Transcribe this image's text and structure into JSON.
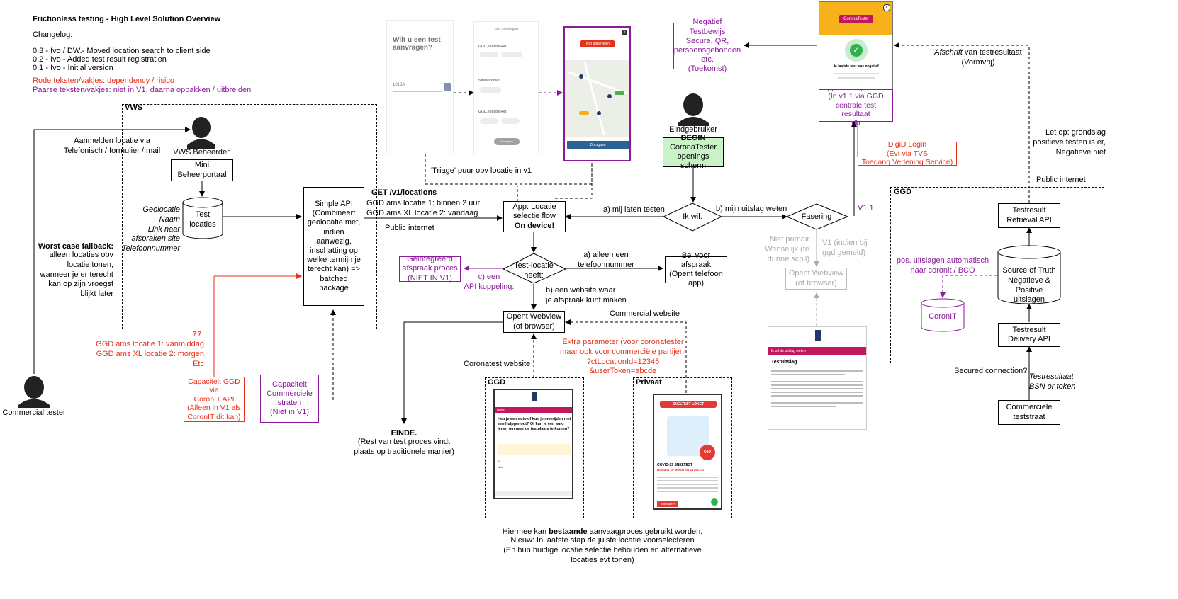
{
  "header": {
    "title": "Frictionless testing - High Level Solution Overview",
    "changelog_label": "Changelog:",
    "changelog": [
      "0.3 - Ivo / DW.- Moved location search to client side",
      "0.2 - Ivo - Added test result registration",
      "0.1 - Ivo - Initial version"
    ],
    "legend_red": "Rode teksten/vakjes: dependency / risico",
    "legend_purple": "Paarse teksten/vakjes: niet in V1, daarna oppakken / uitbreiden"
  },
  "regions": {
    "vws": "VWS",
    "ggd_right": "GGD",
    "ggd_bottom": "GGD",
    "privaat": "Privaat"
  },
  "actors": {
    "vws_beheerder": "VWS Beheerder",
    "eindgebruiker": "Eindgebruiker",
    "commercial_tester": "Commercial tester"
  },
  "labels": {
    "aanmelden": "Aanmelden locatie via\nTelefonisch / formulier / mail",
    "geo_fields": "Geolocatie\nNaam\nLink naar\nafspraken site\nTelefoonnummer",
    "worst_case_title": "Worst case fallback:",
    "worst_case_body": "alleen locaties obv\nlocatie tonen,\nwanneer je er terecht\nkan op zijn vroegst\nblijkt later",
    "qq": "??",
    "ggd_example": "GGD ams locatie 1: vanmiddag\nGGD ams XL locatie 2: morgen\nEtc",
    "get_locations": "GET  /v1/locations",
    "get_example": "GGD ams locatie 1: binnen 2 uur\nGGD ams XL locatie 2: vandaag",
    "public_internet_left": "Public internet",
    "triage": "'Triage' puur obv locatie in v1",
    "mij_laten_testen": "a) mij laten testen",
    "mijn_uitslag_weten": "b) mijn uitslag weten",
    "alleen_telefoon": "a) alleen een\ntelefoonnummer",
    "api_koppeling": "c) een\nAPI koppeling:",
    "website_afspraak": "b) een website waar\nje afspraak kunt maken",
    "commercial_website": "Commercial website",
    "coronatest_website": "Coronatest website",
    "extra_parameter": "Extra parameter (voor coronatester\nmaar ook voor commerciële partijen:\n?ctLocationId=12345\n&userToken=abcde",
    "einde_title": "EINDE.",
    "einde_body": "(Rest van test proces vindt\nplaats op traditionele manier)",
    "hiermee_pre": "Hiermee kan ",
    "hiermee_bold": "bestaande",
    "hiermee_post": " aanvaagproces gebruikt worden.",
    "nieuw": "Nieuw: In laatste stap de juiste locatie voorselecteren\n(En hun huidige locatie selectie behouden en alternatieve\nlocaties evt tonen)",
    "v11": "V1.1",
    "niet_primair": "Niet primair\nWenselijk (te\ndunne schil)",
    "v1_indien": "V1 (indien bij\nggd gemeld)",
    "afschrift_it": "Afschrift",
    "afschrift_rest": " van testresultaat\n(Vormvrij)",
    "let_op": "Let op: grondslag\npositieve testen is er,\nNegatieve niet",
    "public_internet_right": "Public internet",
    "pos_uitslagen": "pos. uitslagen automatisch\nnaar coronit / BCO",
    "secured": "Secured connection?",
    "testresultaat_bsn": "Testresultaat\nBSN or token"
  },
  "boxes": {
    "mini_beheerportaal": "Mini\nBeheerportaal",
    "test_locaties": "Test\nlocaties",
    "simple_api": "Simple API\n(Combineert\ngeolocatie met,\nindien aanwezig,\ninschatting op\nwelke termijn je\nterecht kan) =>\nbatched package",
    "app_locatie_line1": "App: Locatie\nselectie flow",
    "app_locatie_line2": "On device!",
    "begin_title": "BEGIN",
    "begin_body": "CoronaTester\nopenings scherm",
    "ik_wil": "Ik wil:",
    "fasering": "Fasering",
    "test_locatie_heeft": "Test-locatie\nheeft:",
    "geintegreerd": "Geïntegreerd\nafspraak proces\n(NIET IN V1)",
    "bel_voor_afspraak": "Bel voor afspraak\n(Opent telefoon\napp)",
    "opent_webview_main": "Opent Webview\n(of browser)",
    "opent_webview_gray": "Opent Webview\n(of browser)",
    "capaciteit_ggd": "Capaciteit GGD\nvia\nCoronIT API\n(Alleen in V1 als\nCoronIT dit kan)",
    "capaciteit_commercieel": "Capaciteit\nCommerciele\nstraten\n(Niet in V1)",
    "negatief_testbewijs": "Negatief Testbewijs\nSecure, QR,\npersoonsgebonden\netc.\n(Toekomst)",
    "app_uitslag": "App: Uitslag scherm\n(In v1.1 via GGD\ncentrale test resultaat\ndb",
    "digid": "DigiD Login\n(Evt via TVS\nToegang Verlening Service)",
    "testresult_retrieval": "Testresult\nRetrieval API",
    "source_of_truth": "Source of Truth\nNegatieve &\nPositive uitslagen",
    "testresult_delivery": "Testresult\nDelivery API",
    "coronit": "CoronIT",
    "commerciele_teststraat": "Commerciele\nteststraat"
  },
  "mockups": {
    "phone1_title": "Wilt u een test\naanvragen?",
    "phone1_input": "1013A",
    "phone2_header": "Test aanvragen",
    "phone2_items": [
      "GGD, locatie Ret",
      "Sneltestloket",
      "GGD, locatie Ret"
    ],
    "phone2_button": "Doorgaan",
    "phone3_button_top": "Test aanvragen",
    "phone3_button": "Doorgaan",
    "coronatester_badge": "CoronaTester",
    "coronatester_msg": "Je laatste test was negatief",
    "uitslag_header": "Ik wil de uitslag weten",
    "uitslag_title": "Testuitslag",
    "ggd_page_nav": "Home",
    "ggd_page_question": "Heb je een auto of kun je meerijden met een hulpgenoot? Of kun je een auto lenen om naar de testplaats te komen?",
    "ggd_page_opt1": "Ja",
    "ggd_page_opt2": "Nee",
    "sneltest_logo": "SNELTEST LOKET",
    "sneltest_price": "€69",
    "sneltest_title": "COVID-19 SNELTEST",
    "sneltest_sub": "BINNEN 20 MINUTEN UITSLAG",
    "sneltest_btn": "Translate »"
  },
  "colors": {
    "red": "#e8311a",
    "purple": "#8a1a9b",
    "begin_fill": "#c9f2c6",
    "gray": "#aaaaaa",
    "brand_magenta": "#c2185b",
    "orange": "#f7b21b"
  }
}
